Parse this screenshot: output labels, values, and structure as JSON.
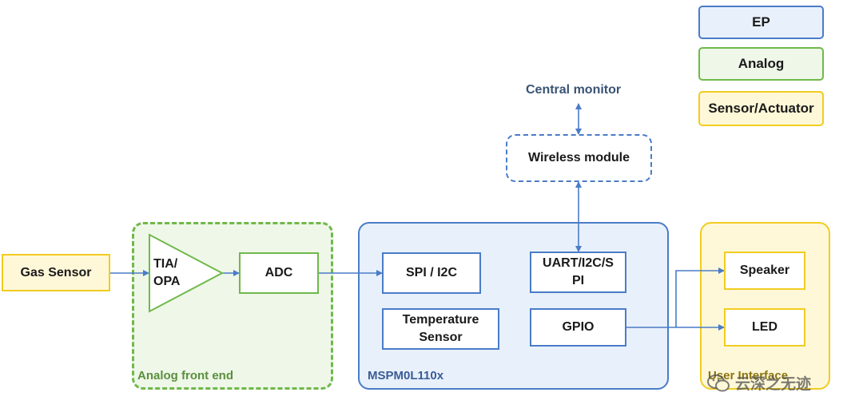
{
  "legend": {
    "ep": "EP",
    "analog": "Analog",
    "sensor_actuator": "Sensor/Actuator"
  },
  "external": {
    "central_monitor": "Central monitor",
    "wireless_module": "Wireless module"
  },
  "gas_sensor": "Gas Sensor",
  "analog_front_end": {
    "label": "Analog front end",
    "tia_opa": [
      "TIA/",
      "OPA"
    ],
    "adc": "ADC"
  },
  "mcu": {
    "label": "MSPM0L110x",
    "spi_i2c": "SPI / I2C",
    "uart": [
      "UART/I2C/S",
      "PI"
    ],
    "temperature_sensor": [
      "Temperature",
      "Sensor"
    ],
    "gpio": "GPIO"
  },
  "user_interface": {
    "label": "User Interface",
    "speaker": "Speaker",
    "led": "LED"
  },
  "watermark": "云深之无迹",
  "colors": {
    "ep_border": "#4a7cc7",
    "ep_fill": "#e8f0fb",
    "analog_border": "#70b84a",
    "analog_fill": "#eef7e8",
    "sensor_border": "#f2cc1f",
    "sensor_fill": "#fff8d8",
    "connector": "#4a7cc7"
  }
}
